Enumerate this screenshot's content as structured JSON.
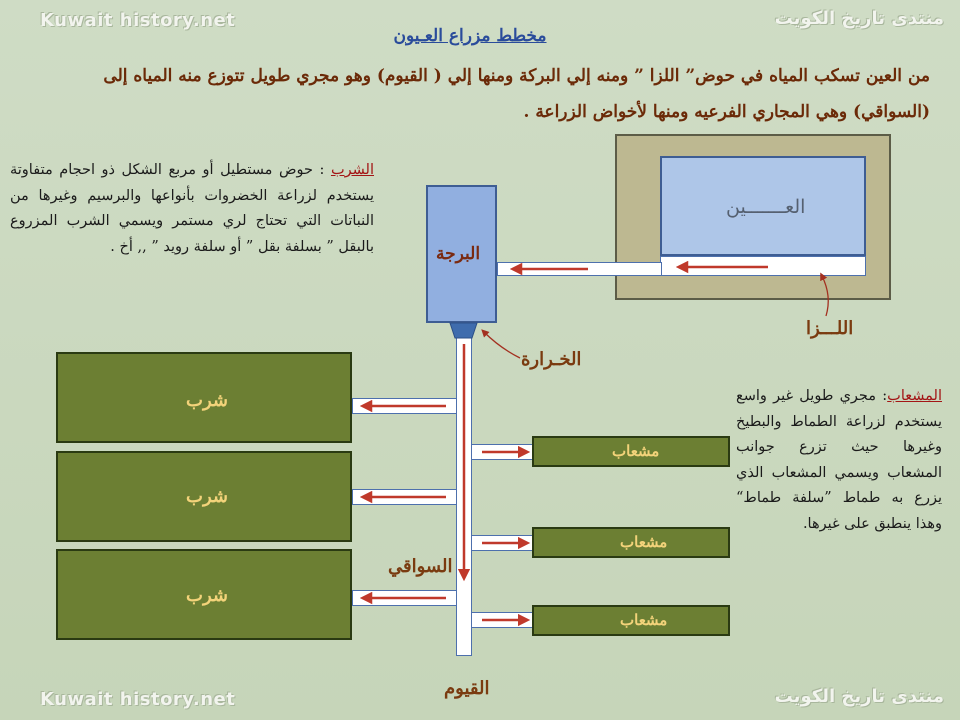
{
  "watermarks": {
    "top_left": "Kuwait history.net",
    "bottom_left": "Kuwait history.net",
    "top_right": "منتدى تاريخ الكويت",
    "bottom_right": "منتدى تاريخ الكويت"
  },
  "title": "مخطط مزراع العـيون",
  "intro": "من العين تسكب المياه في حوض” اللزا ” ومنه إلي البركة ومنها إلي ( القيوم) وهو مجري طويل تتوزع منه المياه إلى (السواقي) وهي المجاري الفرعيه ومنها لأخواض الزراعة .",
  "notes": {
    "shirb": {
      "heading": "الشرب",
      "body": " : حوض مستطيل أو مربع الشكل ذو احجام متفاوتة يستخدم لزراعة الخضروات بأنواعها والبرسيم وغيرها من النباتات التي تحتاج لري مستمر ويسمي الشرب المزروع بالبقل ” بسلفة بقل ” أو سلفة رويد ” ,, أخ ."
    },
    "mshaab": {
      "heading": "المشعاب",
      "body": ": مجري طويل غير واسع يستخدم لزراعة الطماط والبطيخ وغيرها حيث تزرع جوانب المشعاب ويسمي المشعاب الذي يزرع به طماط ”سلفة طماط“ وهذا ينطبق على غيرها."
    }
  },
  "labels": {
    "ain": "العـــــــين",
    "burja": "البرجة",
    "lza": "اللـــزا",
    "khrara": "الخـرارة",
    "sawaqi": "السواقي",
    "qayoom": "القيوم"
  },
  "fields": {
    "shirb": [
      "شرب",
      "شرب",
      "شرب"
    ],
    "mshaab": [
      "مشعاب",
      "مشعاب",
      "مشعاب"
    ]
  },
  "colors": {
    "background": "#c9d8bd",
    "field": "#6c7f33",
    "field_label": "#f3d37a",
    "water_box": "#91afe0",
    "flow_arrow": "#c0392b",
    "callout_line": "#a33020"
  }
}
